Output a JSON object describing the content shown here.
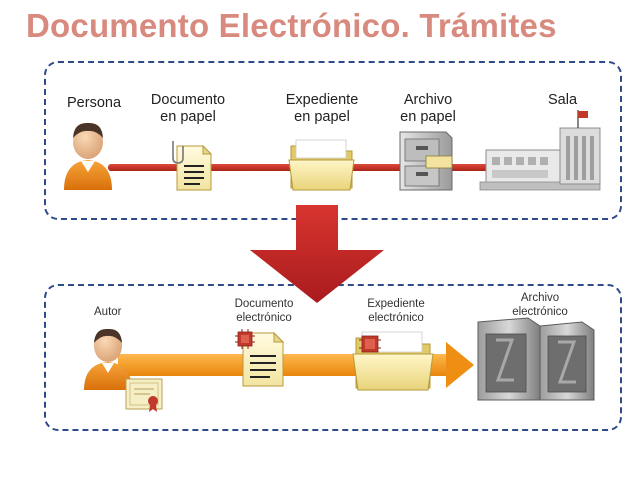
{
  "title": "Documento Electrónico. Trámites",
  "paper_flow": {
    "persona": "Persona",
    "documento_line1": "Documento",
    "documento_line2": "en papel",
    "expediente_line1": "Expediente",
    "expediente_line2": "en papel",
    "archivo_line1": "Archivo",
    "archivo_line2": "en papel",
    "sala": "Sala"
  },
  "electronic_flow": {
    "autor": "Autor",
    "documento_line1": "Documento",
    "documento_line2": "electrónico",
    "expediente_line1": "Expediente",
    "expediente_line2": "electrónico",
    "archivo_line1": "Archivo",
    "archivo_line2": "electrónico"
  },
  "colors": {
    "title": "#D98A7E",
    "panel_border": "#2E4A8A",
    "paper_line": "#C0392B",
    "electronic_arrow": "#F39C12",
    "transition_arrow": "#C0262A"
  }
}
